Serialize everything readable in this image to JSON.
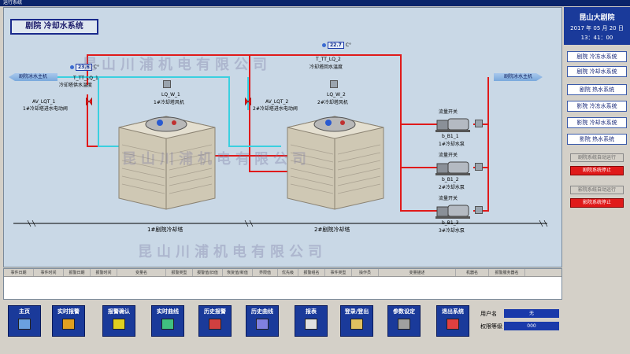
{
  "window": {
    "title": "运行系统"
  },
  "page": {
    "title": "剧院 冷却水系统"
  },
  "sensors": {
    "t1": {
      "value": "23.6",
      "unit": "C°",
      "tag": "T_TT_LQ_1",
      "name": "冷却塔供水温度"
    },
    "t2": {
      "value": "22.7",
      "unit": "C°",
      "tag": "T_TT_LQ_2",
      "name": "冷却塔回水温度"
    }
  },
  "pipes": {
    "left_arrow": "剧院冰水主机",
    "right_arrow": "剧院冰水主机"
  },
  "valves": {
    "v1": {
      "tag": "AV_LQT_1",
      "name": "1#冷却塔进水电动阀"
    },
    "v2": {
      "tag": "AV_LQT_2",
      "name": "2#冷却塔进水电动阀"
    }
  },
  "towers": [
    {
      "fan_tag": "LQ_W_1",
      "fan_name": "1#冷却塔风机",
      "name": "1#剧院冷却塔"
    },
    {
      "fan_tag": "LQ_W_2",
      "fan_name": "2#冷却塔风机",
      "name": "2#剧院冷却塔"
    }
  ],
  "pumps": [
    {
      "switch": "流量开关",
      "tag": "b_B1_1",
      "name": "1#冷却水泵"
    },
    {
      "switch": "流量开关",
      "tag": "b_B1_2",
      "name": "2#冷却水泵"
    },
    {
      "switch": "流量开关",
      "tag": "b_B1_3",
      "name": "3#冷却水泵"
    }
  ],
  "sidebar": {
    "header": {
      "title": "昆山大剧院",
      "date": "2017 年 05 月 20 日",
      "time": "13：41：00"
    },
    "nav": [
      "剧院  冷冻水系统",
      "剧院  冷却水系统",
      "剧院  热水系统",
      "影院  冷冻水系统",
      "影院  冷却水系统",
      "影院  热水系统"
    ],
    "auto1": "剧院系统自动运行",
    "stop1": "剧院系统停止",
    "auto2": "影院系统自动运行",
    "stop2": "影院系统停止"
  },
  "table": {
    "columns": [
      "事件日期",
      "事件时间",
      "报警日期",
      "报警时间",
      "变量名",
      "报警类型",
      "报警值/旧值",
      "恢复值/新值",
      "界限值",
      "优先级",
      "报警组名",
      "事件类型",
      "操作员",
      "变量描述",
      "机器名",
      "报警服务器名"
    ]
  },
  "toolbar": [
    "主页",
    "实时报警",
    "报警确认",
    "实时曲线",
    "历史报警",
    "历史曲线",
    "报表",
    "登录/登出",
    "参数设定",
    "退出系统"
  ],
  "user": {
    "name_label": "用户名",
    "name_value": "无",
    "level_label": "权限等级",
    "level_value": "000"
  },
  "watermark": "昆山川浦机电有限公司",
  "colors": {
    "hot_pipe": "#e01a1a",
    "cold_pipe": "#3ad0e0",
    "accent": "#1a3a9a"
  }
}
